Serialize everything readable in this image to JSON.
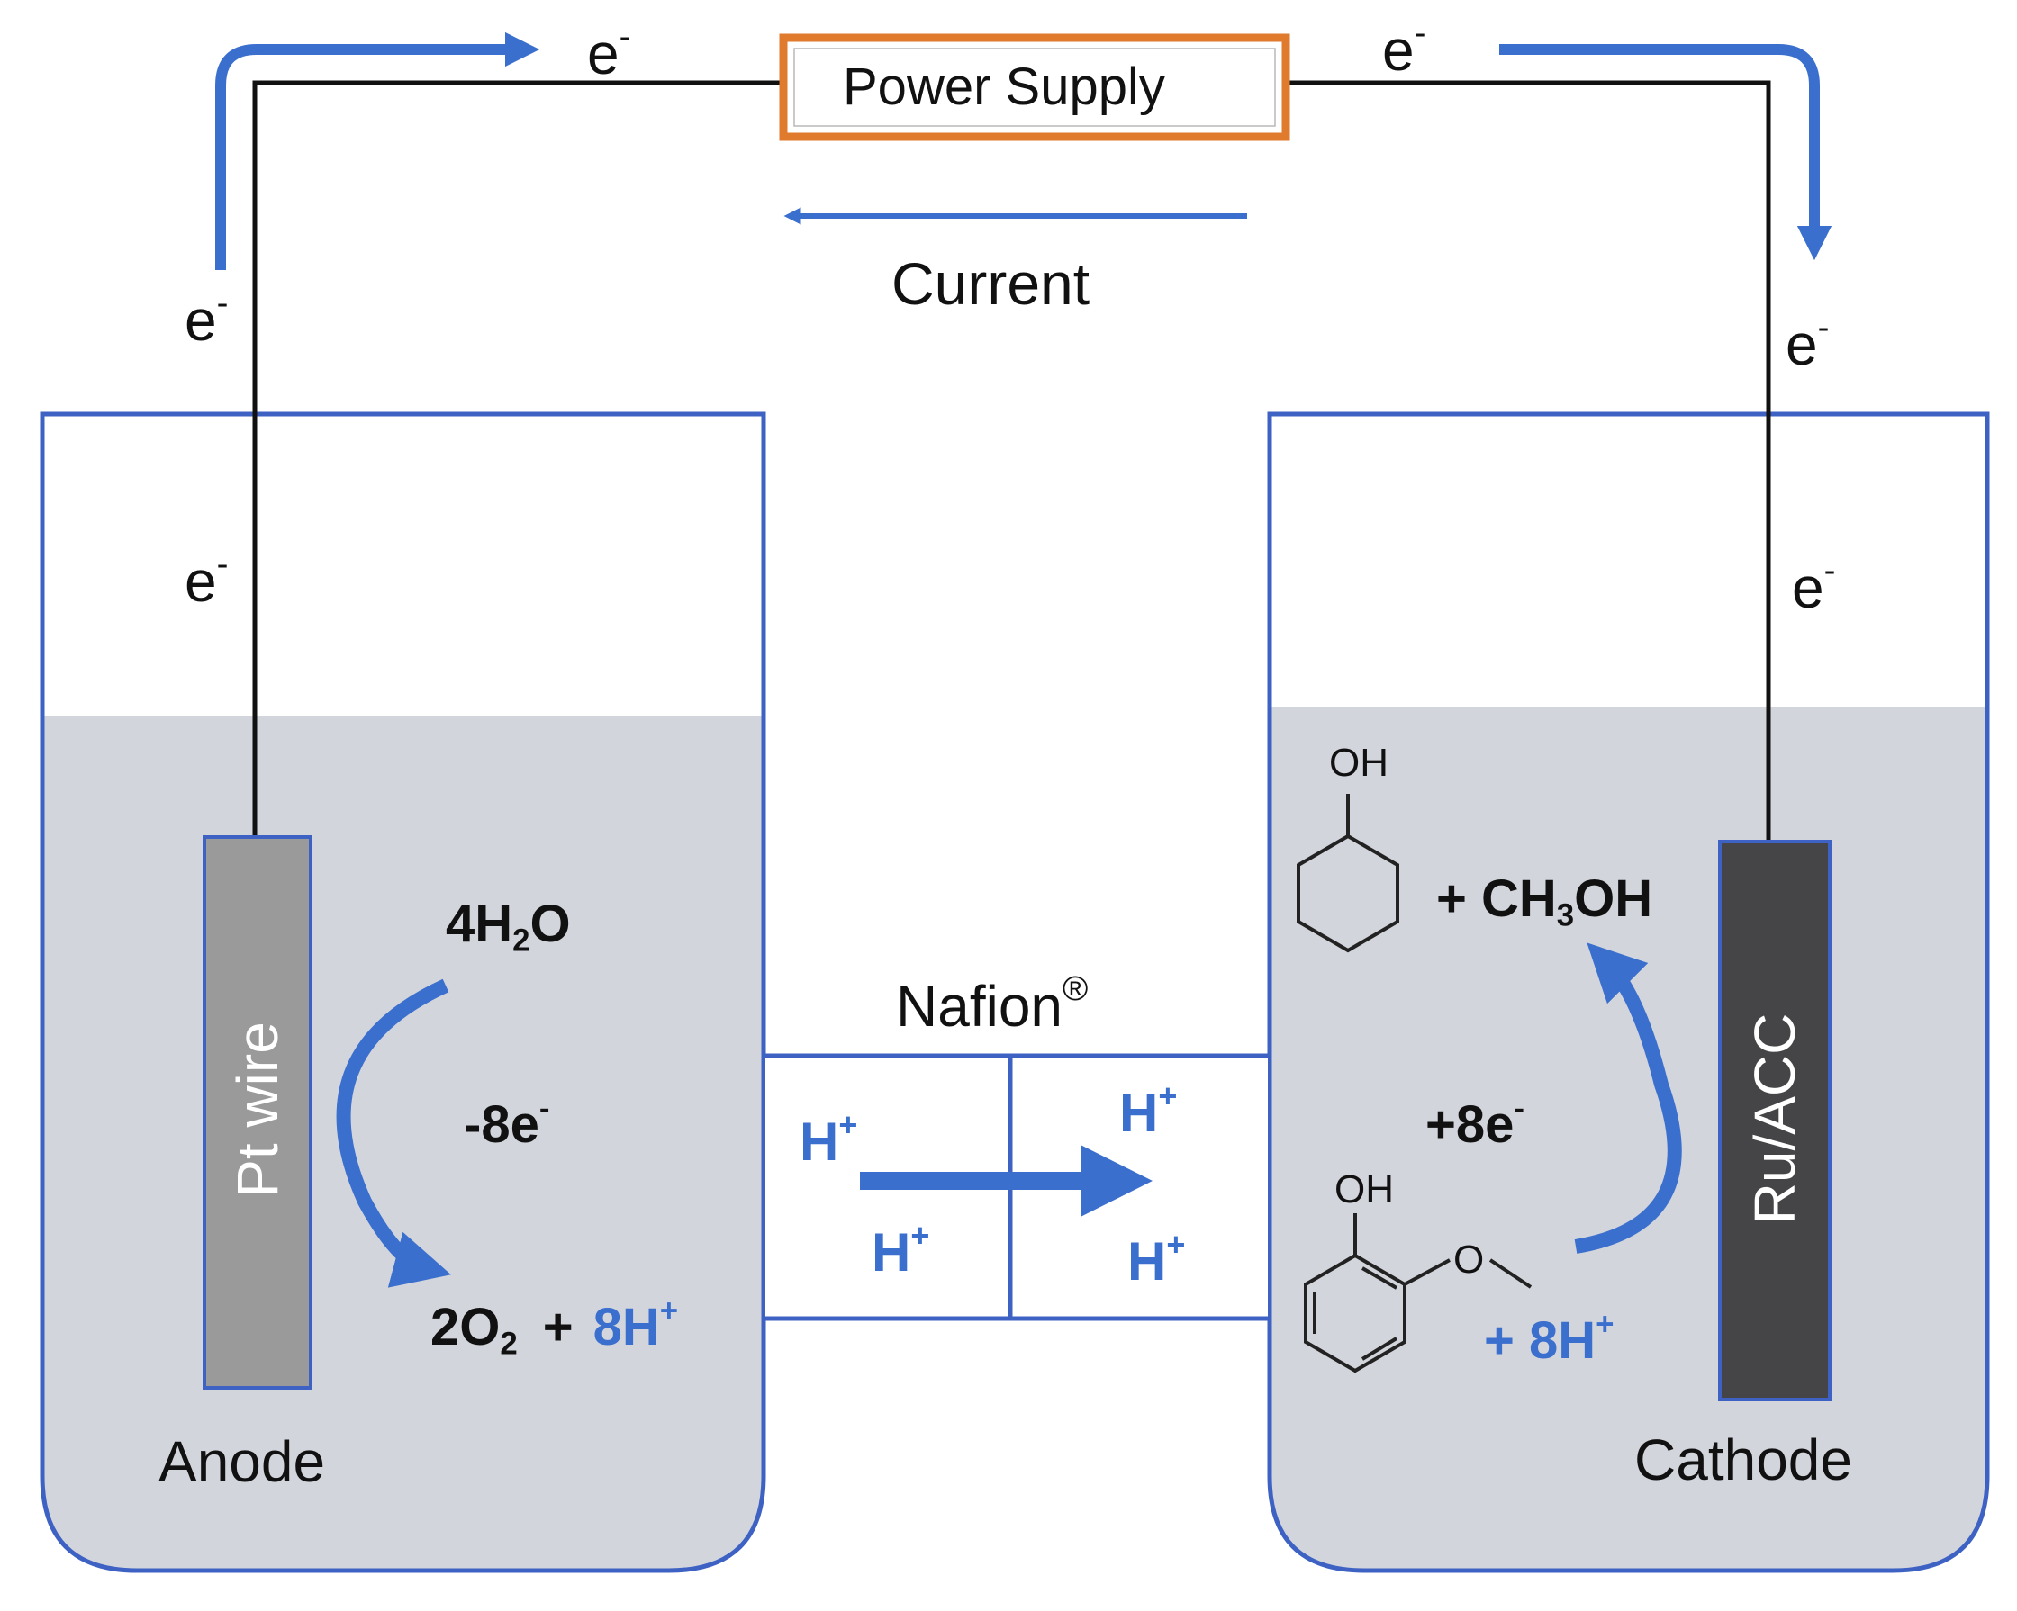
{
  "power_supply": {
    "label": "Power Supply"
  },
  "current": {
    "label": "Current"
  },
  "electron": {
    "symbol": "e",
    "charge": "-"
  },
  "anode": {
    "label": "Anode",
    "electrode": "Pt wire",
    "reactant": {
      "coef": "4H",
      "sub": "2",
      "tail": "O"
    },
    "electron_change": {
      "text": "-8e",
      "charge": "-"
    },
    "product_o2": {
      "coef": "2O",
      "sub": "2",
      "plus": "+"
    },
    "product_h": {
      "text": "8H",
      "charge": "+"
    }
  },
  "cathode": {
    "label": "Cathode",
    "electrode": "Ru/ACC",
    "product": {
      "plus": "+ CH",
      "sub": "3",
      "tail": "OH"
    },
    "oh_label": "OH",
    "o_label": "O",
    "electron_change": {
      "text": "+8e",
      "charge": "-"
    },
    "proton_in": {
      "text": "+ 8H",
      "charge": "+"
    }
  },
  "membrane": {
    "label": "Nafion",
    "mark": "®"
  },
  "proton": {
    "symbol": "H",
    "charge": "+"
  },
  "colors": {
    "accent_blue": "#3a6fce",
    "beaker_outline": "#3d62c4",
    "electrolyte": "#d3d5dc",
    "power_supply_border": "#e07a2d",
    "pt_wire": "#9a9a9a",
    "ru_acc": "#454548",
    "wire": "#111111"
  }
}
